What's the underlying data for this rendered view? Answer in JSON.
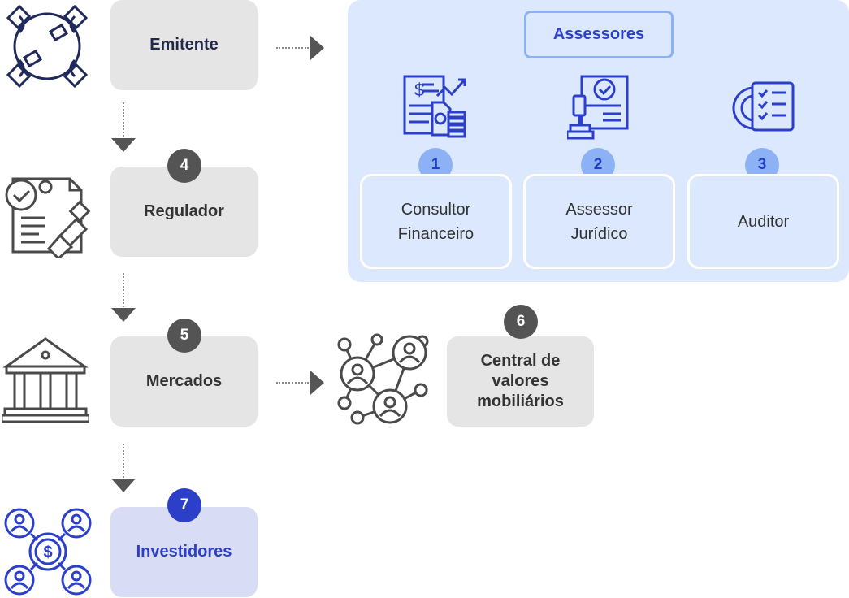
{
  "nodes": {
    "emitente": "Emitente",
    "regulador": "Regulador",
    "mercados": "Mercados",
    "central": "Central de valores mobiliários",
    "investidores": "Investidores"
  },
  "badges": {
    "regulador": "4",
    "mercados": "5",
    "central": "6",
    "investidores": "7"
  },
  "assessores": {
    "title": "Assessores",
    "items": [
      {
        "number": "1",
        "label": "Consultor Financeiro",
        "icon": "financial-report-icon"
      },
      {
        "number": "2",
        "label": "Assessor Jurídico",
        "icon": "legal-gavel-icon"
      },
      {
        "number": "3",
        "label": "Auditor",
        "icon": "audit-checklist-icon"
      }
    ]
  },
  "icons": {
    "emitente": "handshake-globe-icon",
    "regulador": "document-stamp-icon",
    "mercados": "bank-building-icon",
    "central": "network-people-icon",
    "investidores": "investors-network-icon"
  },
  "colors": {
    "node_gray": "#e5e5e5",
    "panel_blue": "#dce8fd",
    "accent_blue": "#2b3fc8",
    "badge_dark": "#545454",
    "badge_light": "#8db1f5",
    "investor_box": "#d9dcf5"
  }
}
